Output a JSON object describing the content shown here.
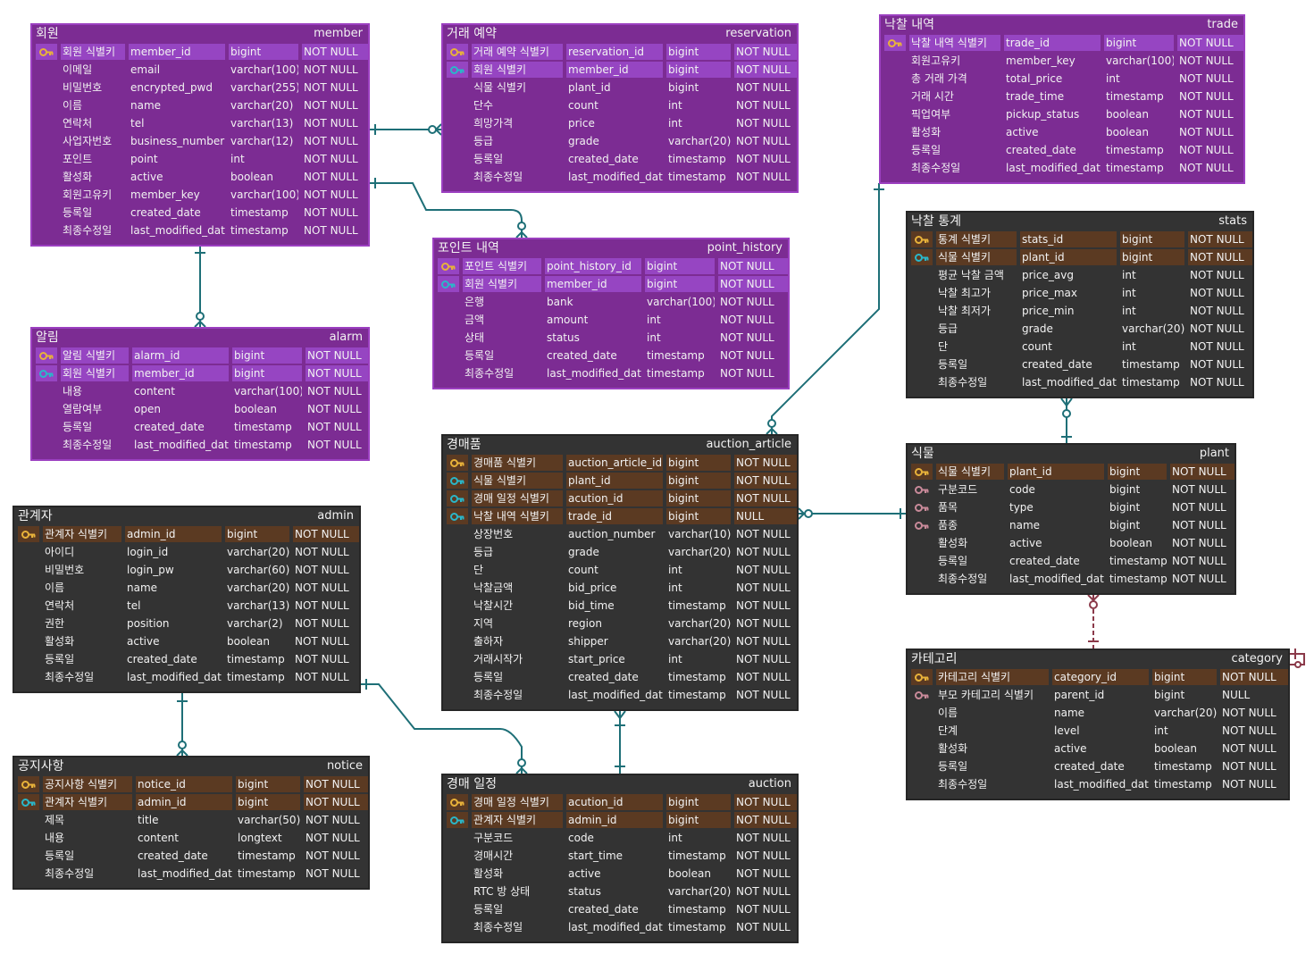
{
  "colors": {
    "purple_table": "#7c2c93",
    "purple_key_row": "#9645c2",
    "dark_table": "#333333",
    "dark_key_row": "#5b3a22",
    "connector_teal": "#1e6f77",
    "connector_maroon": "#8b3a4a",
    "pk_icon": "#e8b23a",
    "fk_icon": "#2ab7c9",
    "idx_icon": "#c98a9a"
  },
  "tables": {
    "member": {
      "korean_name": "회원",
      "name": "member",
      "rows": [
        {
          "icon": "pk",
          "label": "회원 식별키",
          "column": "member_id",
          "type": "bigint",
          "nullable": "NOT NULL"
        },
        {
          "icon": "",
          "label": "이메일",
          "column": "email",
          "type": "varchar(100)",
          "nullable": "NOT NULL"
        },
        {
          "icon": "",
          "label": "비밀번호",
          "column": "encrypted_pwd",
          "type": "varchar(255)",
          "nullable": "NOT NULL"
        },
        {
          "icon": "",
          "label": "이름",
          "column": "name",
          "type": "varchar(20)",
          "nullable": "NOT NULL"
        },
        {
          "icon": "",
          "label": "연락처",
          "column": "tel",
          "type": "varchar(13)",
          "nullable": "NOT NULL"
        },
        {
          "icon": "",
          "label": "사업자번호",
          "column": "business_number",
          "type": "varchar(12)",
          "nullable": "NOT NULL"
        },
        {
          "icon": "",
          "label": "포인트",
          "column": "point",
          "type": "int",
          "nullable": "NOT NULL"
        },
        {
          "icon": "",
          "label": "활성화",
          "column": "active",
          "type": "boolean",
          "nullable": "NOT NULL"
        },
        {
          "icon": "",
          "label": "회원고유키",
          "column": "member_key",
          "type": "varchar(100)",
          "nullable": "NOT NULL"
        },
        {
          "icon": "",
          "label": "등록일",
          "column": "created_date",
          "type": "timestamp",
          "nullable": "NOT NULL"
        },
        {
          "icon": "",
          "label": "최종수정일",
          "column": "last_modified_date",
          "type": "timestamp",
          "nullable": "NOT NULL"
        }
      ]
    },
    "reservation": {
      "korean_name": "거래 예약",
      "name": "reservation",
      "rows": [
        {
          "icon": "pk",
          "label": "거래 예약 식별키",
          "column": "reservation_id",
          "type": "bigint",
          "nullable": "NOT NULL"
        },
        {
          "icon": "fk",
          "label": "회원 식별키",
          "column": "member_id",
          "type": "bigint",
          "nullable": "NOT NULL"
        },
        {
          "icon": "",
          "label": "식물 식별키",
          "column": "plant_id",
          "type": "bigint",
          "nullable": "NOT NULL"
        },
        {
          "icon": "",
          "label": "단수",
          "column": "count",
          "type": "int",
          "nullable": "NOT NULL"
        },
        {
          "icon": "",
          "label": "희망가격",
          "column": "price",
          "type": "int",
          "nullable": "NOT NULL"
        },
        {
          "icon": "",
          "label": "등급",
          "column": "grade",
          "type": "varchar(20)",
          "nullable": "NOT NULL"
        },
        {
          "icon": "",
          "label": "등록일",
          "column": "created_date",
          "type": "timestamp",
          "nullable": "NOT NULL"
        },
        {
          "icon": "",
          "label": "최종수정일",
          "column": "last_modified_date",
          "type": "timestamp",
          "nullable": "NOT NULL"
        }
      ]
    },
    "trade": {
      "korean_name": "낙찰 내역",
      "name": "trade",
      "rows": [
        {
          "icon": "pk",
          "label": "낙찰 내역 식별키",
          "column": "trade_id",
          "type": "bigint",
          "nullable": "NOT NULL"
        },
        {
          "icon": "",
          "label": "회원고유키",
          "column": "member_key",
          "type": "varchar(100)",
          "nullable": "NOT NULL"
        },
        {
          "icon": "",
          "label": "총 거래 가격",
          "column": "total_price",
          "type": "int",
          "nullable": "NOT NULL"
        },
        {
          "icon": "",
          "label": "거래 시간",
          "column": "trade_time",
          "type": "timestamp",
          "nullable": "NOT NULL"
        },
        {
          "icon": "",
          "label": "픽업여부",
          "column": "pickup_status",
          "type": "boolean",
          "nullable": "NOT NULL"
        },
        {
          "icon": "",
          "label": "활성화",
          "column": "active",
          "type": "boolean",
          "nullable": "NOT NULL"
        },
        {
          "icon": "",
          "label": "등록일",
          "column": "created_date",
          "type": "timestamp",
          "nullable": "NOT NULL"
        },
        {
          "icon": "",
          "label": "최종수정일",
          "column": "last_modified_date",
          "type": "timestamp",
          "nullable": "NOT NULL"
        }
      ]
    },
    "point_history": {
      "korean_name": "포인트 내역",
      "name": "point_history",
      "rows": [
        {
          "icon": "pk",
          "label": "포인트 식별키",
          "column": "point_history_id",
          "type": "bigint",
          "nullable": "NOT NULL"
        },
        {
          "icon": "fk",
          "label": "회원 식별키",
          "column": "member_id",
          "type": "bigint",
          "nullable": "NOT NULL"
        },
        {
          "icon": "",
          "label": "은행",
          "column": "bank",
          "type": "varchar(100)",
          "nullable": "NOT NULL"
        },
        {
          "icon": "",
          "label": "금액",
          "column": "amount",
          "type": "int",
          "nullable": "NOT NULL"
        },
        {
          "icon": "",
          "label": "상태",
          "column": "status",
          "type": "int",
          "nullable": "NOT NULL"
        },
        {
          "icon": "",
          "label": "등록일",
          "column": "created_date",
          "type": "timestamp",
          "nullable": "NOT NULL"
        },
        {
          "icon": "",
          "label": "최종수정일",
          "column": "last_modified_date",
          "type": "timestamp",
          "nullable": "NOT NULL"
        }
      ]
    },
    "alarm": {
      "korean_name": "알림",
      "name": "alarm",
      "rows": [
        {
          "icon": "pk",
          "label": "알림 식별키",
          "column": "alarm_id",
          "type": "bigint",
          "nullable": "NOT NULL"
        },
        {
          "icon": "fk",
          "label": "회원 식별키",
          "column": "member_id",
          "type": "bigint",
          "nullable": "NOT NULL"
        },
        {
          "icon": "",
          "label": "내용",
          "column": "content",
          "type": "varchar(100)",
          "nullable": "NOT NULL"
        },
        {
          "icon": "",
          "label": "열람여부",
          "column": "open",
          "type": "boolean",
          "nullable": "NOT NULL"
        },
        {
          "icon": "",
          "label": "등록일",
          "column": "created_date",
          "type": "timestamp",
          "nullable": "NOT NULL"
        },
        {
          "icon": "",
          "label": "최종수정일",
          "column": "last_modified_date",
          "type": "timestamp",
          "nullable": "NOT NULL"
        }
      ]
    },
    "stats": {
      "korean_name": "낙찰 통계",
      "name": "stats",
      "rows": [
        {
          "icon": "pk",
          "label": "통계 식별키",
          "column": "stats_id",
          "type": "bigint",
          "nullable": "NOT NULL"
        },
        {
          "icon": "fk",
          "label": "식물 식별키",
          "column": "plant_id",
          "type": "bigint",
          "nullable": "NOT NULL"
        },
        {
          "icon": "",
          "label": "평균 낙찰 금액",
          "column": "price_avg",
          "type": "int",
          "nullable": "NOT NULL"
        },
        {
          "icon": "",
          "label": "낙찰 최고가",
          "column": "price_max",
          "type": "int",
          "nullable": "NOT NULL"
        },
        {
          "icon": "",
          "label": "낙찰 최저가",
          "column": "price_min",
          "type": "int",
          "nullable": "NOT NULL"
        },
        {
          "icon": "",
          "label": "등급",
          "column": "grade",
          "type": "varchar(20)",
          "nullable": "NOT NULL"
        },
        {
          "icon": "",
          "label": "단",
          "column": "count",
          "type": "int",
          "nullable": "NOT NULL"
        },
        {
          "icon": "",
          "label": "등록일",
          "column": "created_date",
          "type": "timestamp",
          "nullable": "NOT NULL"
        },
        {
          "icon": "",
          "label": "최종수정일",
          "column": "last_modified_date",
          "type": "timestamp",
          "nullable": "NOT NULL"
        }
      ]
    },
    "auction_article": {
      "korean_name": "경매품",
      "name": "auction_article",
      "rows": [
        {
          "icon": "pk",
          "label": "경매품 식별키",
          "column": "auction_article_id",
          "type": "bigint",
          "nullable": "NOT NULL"
        },
        {
          "icon": "fk",
          "label": "식물 식별키",
          "column": "plant_id",
          "type": "bigint",
          "nullable": "NOT NULL"
        },
        {
          "icon": "fk",
          "label": "경매 일정 식별키",
          "column": "acution_id",
          "type": "bigint",
          "nullable": "NOT NULL"
        },
        {
          "icon": "fk",
          "label": "낙찰 내역 식별키",
          "column": "trade_id",
          "type": "bigint",
          "nullable": "NULL"
        },
        {
          "icon": "",
          "label": "상장번호",
          "column": "auction_number",
          "type": "varchar(10)",
          "nullable": "NOT NULL"
        },
        {
          "icon": "",
          "label": "등급",
          "column": "grade",
          "type": "varchar(20)",
          "nullable": "NOT NULL"
        },
        {
          "icon": "",
          "label": "단",
          "column": "count",
          "type": "int",
          "nullable": "NOT NULL"
        },
        {
          "icon": "",
          "label": "낙찰금액",
          "column": "bid_price",
          "type": "int",
          "nullable": "NOT NULL"
        },
        {
          "icon": "",
          "label": "낙찰시간",
          "column": "bid_time",
          "type": "timestamp",
          "nullable": "NOT NULL"
        },
        {
          "icon": "",
          "label": "지역",
          "column": "region",
          "type": "varchar(20)",
          "nullable": "NOT NULL"
        },
        {
          "icon": "",
          "label": "출하자",
          "column": "shipper",
          "type": "varchar(20)",
          "nullable": "NOT NULL"
        },
        {
          "icon": "",
          "label": "거래시작가",
          "column": "start_price",
          "type": "int",
          "nullable": "NOT NULL"
        },
        {
          "icon": "",
          "label": "등록일",
          "column": "created_date",
          "type": "timestamp",
          "nullable": "NOT NULL"
        },
        {
          "icon": "",
          "label": "최종수정일",
          "column": "last_modified_date",
          "type": "timestamp",
          "nullable": "NOT NULL"
        }
      ]
    },
    "plant": {
      "korean_name": "식물",
      "name": "plant",
      "rows": [
        {
          "icon": "pk",
          "label": "식물 식별키",
          "column": "plant_id",
          "type": "bigint",
          "nullable": "NOT NULL"
        },
        {
          "icon": "idx",
          "label": "구분코드",
          "column": "code",
          "type": "bigint",
          "nullable": "NOT NULL"
        },
        {
          "icon": "idx",
          "label": "품목",
          "column": "type",
          "type": "bigint",
          "nullable": "NOT NULL"
        },
        {
          "icon": "idx",
          "label": "품종",
          "column": "name",
          "type": "bigint",
          "nullable": "NOT NULL"
        },
        {
          "icon": "",
          "label": "활성화",
          "column": "active",
          "type": "boolean",
          "nullable": "NOT NULL"
        },
        {
          "icon": "",
          "label": "등록일",
          "column": "created_date",
          "type": "timestamp",
          "nullable": "NOT NULL"
        },
        {
          "icon": "",
          "label": "최종수정일",
          "column": "last_modified_date",
          "type": "timestamp",
          "nullable": "NOT NULL"
        }
      ]
    },
    "admin": {
      "korean_name": "관계자",
      "name": "admin",
      "rows": [
        {
          "icon": "pk",
          "label": "관계자 식별키",
          "column": "admin_id",
          "type": "bigint",
          "nullable": "NOT NULL"
        },
        {
          "icon": "",
          "label": "아이디",
          "column": "login_id",
          "type": "varchar(20)",
          "nullable": "NOT NULL"
        },
        {
          "icon": "",
          "label": "비밀번호",
          "column": "login_pw",
          "type": "varchar(60)",
          "nullable": "NOT NULL"
        },
        {
          "icon": "",
          "label": "이름",
          "column": "name",
          "type": "varchar(20)",
          "nullable": "NOT NULL"
        },
        {
          "icon": "",
          "label": "연락처",
          "column": "tel",
          "type": "varchar(13)",
          "nullable": "NOT NULL"
        },
        {
          "icon": "",
          "label": "권한",
          "column": "position",
          "type": "varchar(2)",
          "nullable": "NOT NULL"
        },
        {
          "icon": "",
          "label": "활성화",
          "column": "active",
          "type": "boolean",
          "nullable": "NOT NULL"
        },
        {
          "icon": "",
          "label": "등록일",
          "column": "created_date",
          "type": "timestamp",
          "nullable": "NOT NULL"
        },
        {
          "icon": "",
          "label": "최종수정일",
          "column": "last_modified_date",
          "type": "timestamp",
          "nullable": "NOT NULL"
        }
      ]
    },
    "category": {
      "korean_name": "카테고리",
      "name": "category",
      "rows": [
        {
          "icon": "pk",
          "label": "카테고리 식별키",
          "column": "category_id",
          "type": "bigint",
          "nullable": "NOT NULL"
        },
        {
          "icon": "idx",
          "label": "부모 카테고리 식별키",
          "column": "parent_id",
          "type": "bigint",
          "nullable": "NULL"
        },
        {
          "icon": "",
          "label": "이름",
          "column": "name",
          "type": "varchar(20)",
          "nullable": "NOT NULL"
        },
        {
          "icon": "",
          "label": "단계",
          "column": "level",
          "type": "int",
          "nullable": "NOT NULL"
        },
        {
          "icon": "",
          "label": "활성화",
          "column": "active",
          "type": "boolean",
          "nullable": "NOT NULL"
        },
        {
          "icon": "",
          "label": "등록일",
          "column": "created_date",
          "type": "timestamp",
          "nullable": "NOT NULL"
        },
        {
          "icon": "",
          "label": "최종수정일",
          "column": "last_modified_date",
          "type": "timestamp",
          "nullable": "NOT NULL"
        }
      ]
    },
    "notice": {
      "korean_name": "공지사항",
      "name": "notice",
      "rows": [
        {
          "icon": "pk",
          "label": "공지사항 식별키",
          "column": "notice_id",
          "type": "bigint",
          "nullable": "NOT NULL"
        },
        {
          "icon": "fk",
          "label": "관계자 식별키",
          "column": "admin_id",
          "type": "bigint",
          "nullable": "NOT NULL"
        },
        {
          "icon": "",
          "label": "제목",
          "column": "title",
          "type": "varchar(50)",
          "nullable": "NOT NULL"
        },
        {
          "icon": "",
          "label": "내용",
          "column": "content",
          "type": "longtext",
          "nullable": "NOT NULL"
        },
        {
          "icon": "",
          "label": "등록일",
          "column": "created_date",
          "type": "timestamp",
          "nullable": "NOT NULL"
        },
        {
          "icon": "",
          "label": "최종수정일",
          "column": "last_modified_date",
          "type": "timestamp",
          "nullable": "NOT NULL"
        }
      ]
    },
    "auction": {
      "korean_name": "경매 일정",
      "name": "auction",
      "rows": [
        {
          "icon": "pk",
          "label": "경매 일정 식별키",
          "column": "acution_id",
          "type": "bigint",
          "nullable": "NOT NULL"
        },
        {
          "icon": "fk",
          "label": "관계자 식별키",
          "column": "admin_id",
          "type": "bigint",
          "nullable": "NOT NULL"
        },
        {
          "icon": "",
          "label": "구분코드",
          "column": "code",
          "type": "int",
          "nullable": "NOT NULL"
        },
        {
          "icon": "",
          "label": "경매시간",
          "column": "start_time",
          "type": "timestamp",
          "nullable": "NOT NULL"
        },
        {
          "icon": "",
          "label": "활성화",
          "column": "active",
          "type": "boolean",
          "nullable": "NOT NULL"
        },
        {
          "icon": "",
          "label": "RTC 방 상태",
          "column": "status",
          "type": "varchar(20)",
          "nullable": "NOT NULL"
        },
        {
          "icon": "",
          "label": "등록일",
          "column": "created_date",
          "type": "timestamp",
          "nullable": "NOT NULL"
        },
        {
          "icon": "",
          "label": "최종수정일",
          "column": "last_modified_date",
          "type": "timestamp",
          "nullable": "NOT NULL"
        }
      ]
    }
  },
  "relationships": [
    {
      "from": "member",
      "to": "reservation",
      "kind": "one-to-many"
    },
    {
      "from": "member",
      "to": "point_history",
      "kind": "one-to-many"
    },
    {
      "from": "member",
      "to": "alarm",
      "kind": "one-to-many"
    },
    {
      "from": "trade",
      "to": "auction_article",
      "kind": "one-to-many"
    },
    {
      "from": "plant",
      "to": "stats",
      "kind": "one-to-many"
    },
    {
      "from": "plant",
      "to": "auction_article",
      "kind": "one-to-many"
    },
    {
      "from": "category",
      "to": "plant",
      "kind": "one-to-many"
    },
    {
      "from": "category",
      "to": "category",
      "kind": "self"
    },
    {
      "from": "admin",
      "to": "notice",
      "kind": "one-to-many"
    },
    {
      "from": "admin",
      "to": "auction",
      "kind": "one-to-many"
    },
    {
      "from": "auction",
      "to": "auction_article",
      "kind": "one-to-many"
    }
  ]
}
